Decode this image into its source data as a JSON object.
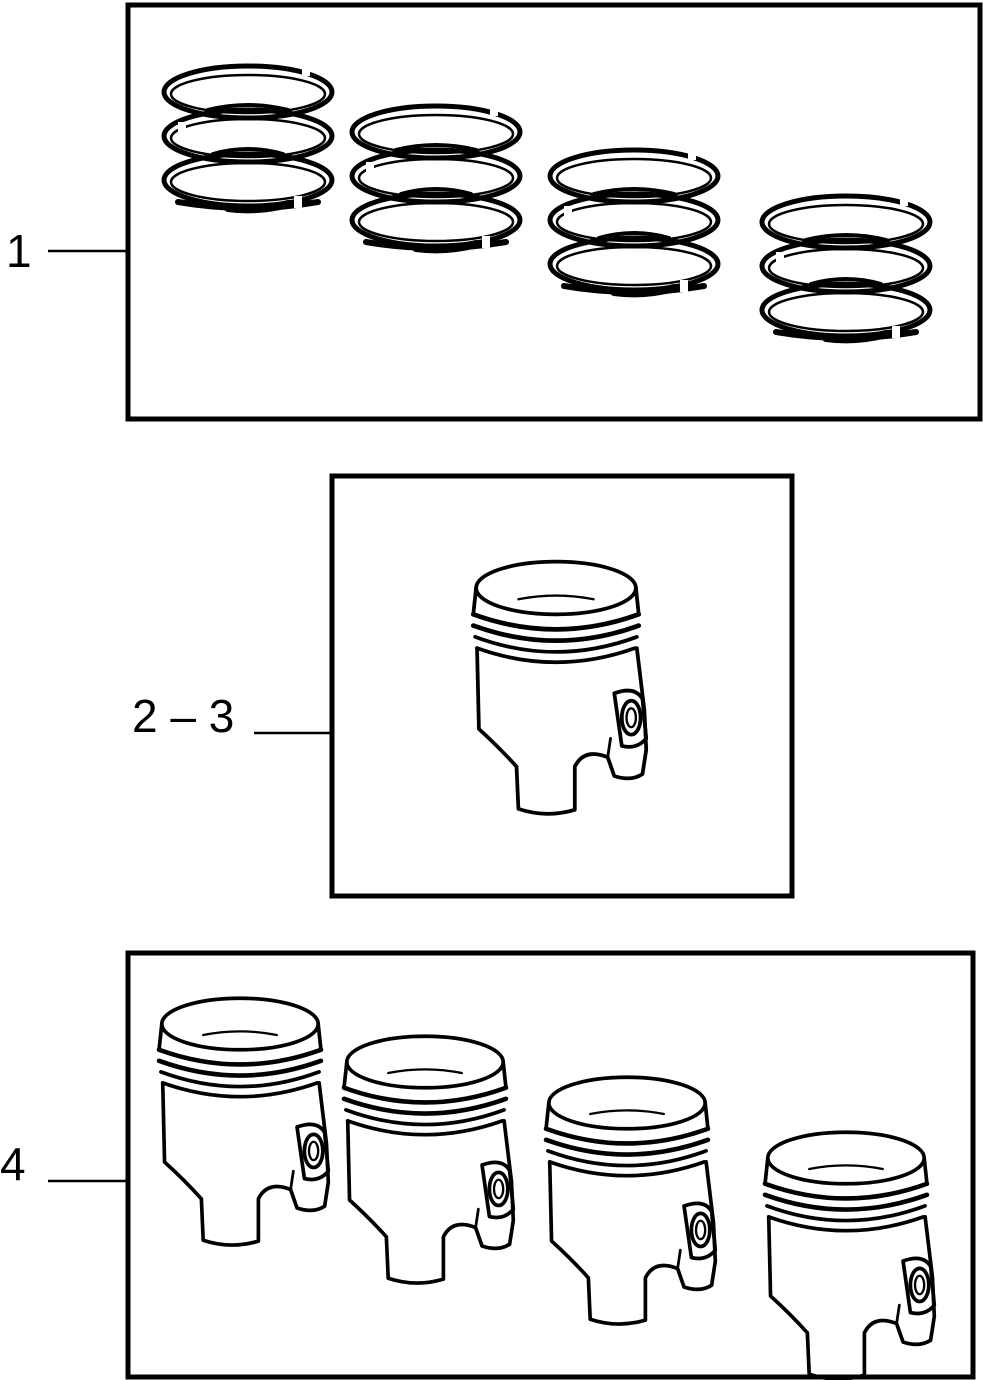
{
  "callouts": {
    "piston_ring_set": "1",
    "piston_single": "2 – 3",
    "piston_set": "4"
  },
  "colors": {
    "line": "#000000",
    "background": "#ffffff"
  }
}
